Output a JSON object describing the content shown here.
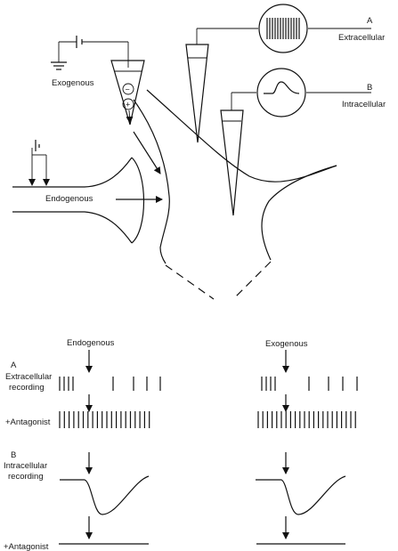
{
  "top": {
    "exogenous": "Exogenous",
    "endogenous": "Endogenous",
    "trace_a": {
      "letter": "A",
      "label": "Extracellular"
    },
    "trace_b": {
      "letter": "B",
      "label": "Intracellular"
    },
    "electrode_minus": "−",
    "electrode_plus": "+"
  },
  "bottom": {
    "col_endogenous": "Endogenous",
    "col_exogenous": "Exogenous",
    "row_a": {
      "letter": "A",
      "line1": "Extracellular",
      "line2": "recording"
    },
    "row_antagonist_1": "+Antagonist",
    "row_b": {
      "letter": "B",
      "line1": "Intracellular",
      "line2": "recording"
    },
    "row_antagonist_2": "+Antagonist"
  }
}
